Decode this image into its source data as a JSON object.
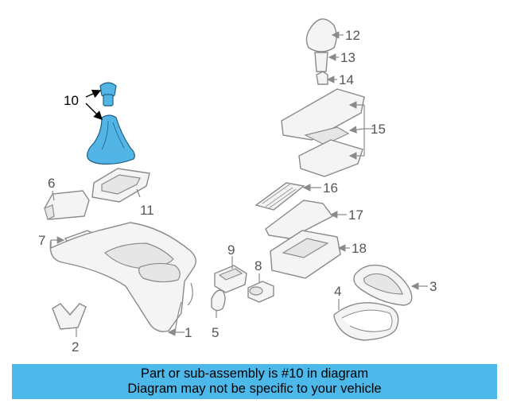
{
  "colors": {
    "banner_background": "#4db8ea",
    "highlight_part": "#53b5e6",
    "line_art": "#8a8a8a"
  },
  "callouts": {
    "c1": "1",
    "c2": "2",
    "c3": "3",
    "c4": "4",
    "c5": "5",
    "c6": "6",
    "c7": "7",
    "c8": "8",
    "c9": "9",
    "c10": "10",
    "c11": "11",
    "c12": "12",
    "c13": "13",
    "c14": "14",
    "c15": "15",
    "c16": "16",
    "c17": "17",
    "c18": "18"
  },
  "highlighted_part": "10",
  "banner": {
    "line1": "Part or sub-assembly is #10 in diagram",
    "line2": "Diagram may not be specific to your vehicle"
  }
}
